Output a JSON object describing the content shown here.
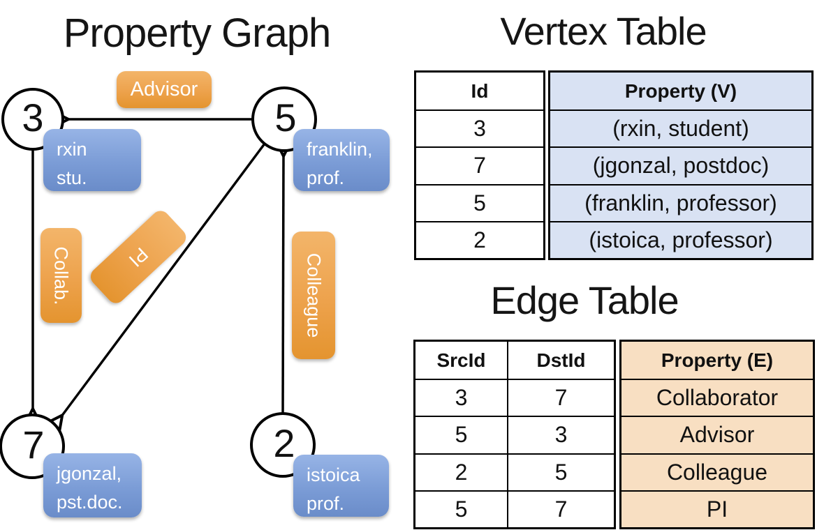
{
  "titles": {
    "property_graph": "Property Graph",
    "vertex_table": "Vertex Table",
    "edge_table": "Edge Table"
  },
  "graph": {
    "nodes": [
      {
        "id": "3",
        "property_line1": "rxin",
        "property_line2": "stu."
      },
      {
        "id": "5",
        "property_line1": "franklin,",
        "property_line2": "prof."
      },
      {
        "id": "7",
        "property_line1": "jgonzal,",
        "property_line2": "pst.doc."
      },
      {
        "id": "2",
        "property_line1": "istoica",
        "property_line2": "prof."
      }
    ],
    "edge_labels": {
      "advisor": "Advisor",
      "collab": "Collab.",
      "pi": "PI",
      "colleague": "Colleague"
    }
  },
  "vertex_table": {
    "headers": {
      "id": "Id",
      "property": "Property (V)"
    },
    "rows": [
      {
        "id": "3",
        "property": "(rxin, student)"
      },
      {
        "id": "7",
        "property": "(jgonzal, postdoc)"
      },
      {
        "id": "5",
        "property": "(franklin, professor)"
      },
      {
        "id": "2",
        "property": "(istoica, professor)"
      }
    ]
  },
  "edge_table": {
    "headers": {
      "src": "SrcId",
      "dst": "DstId",
      "property": "Property (E)"
    },
    "rows": [
      {
        "src": "3",
        "dst": "7",
        "property": "Collaborator"
      },
      {
        "src": "5",
        "dst": "3",
        "property": "Advisor"
      },
      {
        "src": "2",
        "dst": "5",
        "property": "Colleague"
      },
      {
        "src": "5",
        "dst": "7",
        "property": "PI"
      }
    ]
  },
  "colors": {
    "edge_stroke": "#000000",
    "node_fill": "#ffffff",
    "blue_box": "#7b9cd6",
    "orange_box": "#eda24c",
    "vertex_cell_bg": "#d9e2f3",
    "edge_cell_bg": "#f8dfc2"
  }
}
